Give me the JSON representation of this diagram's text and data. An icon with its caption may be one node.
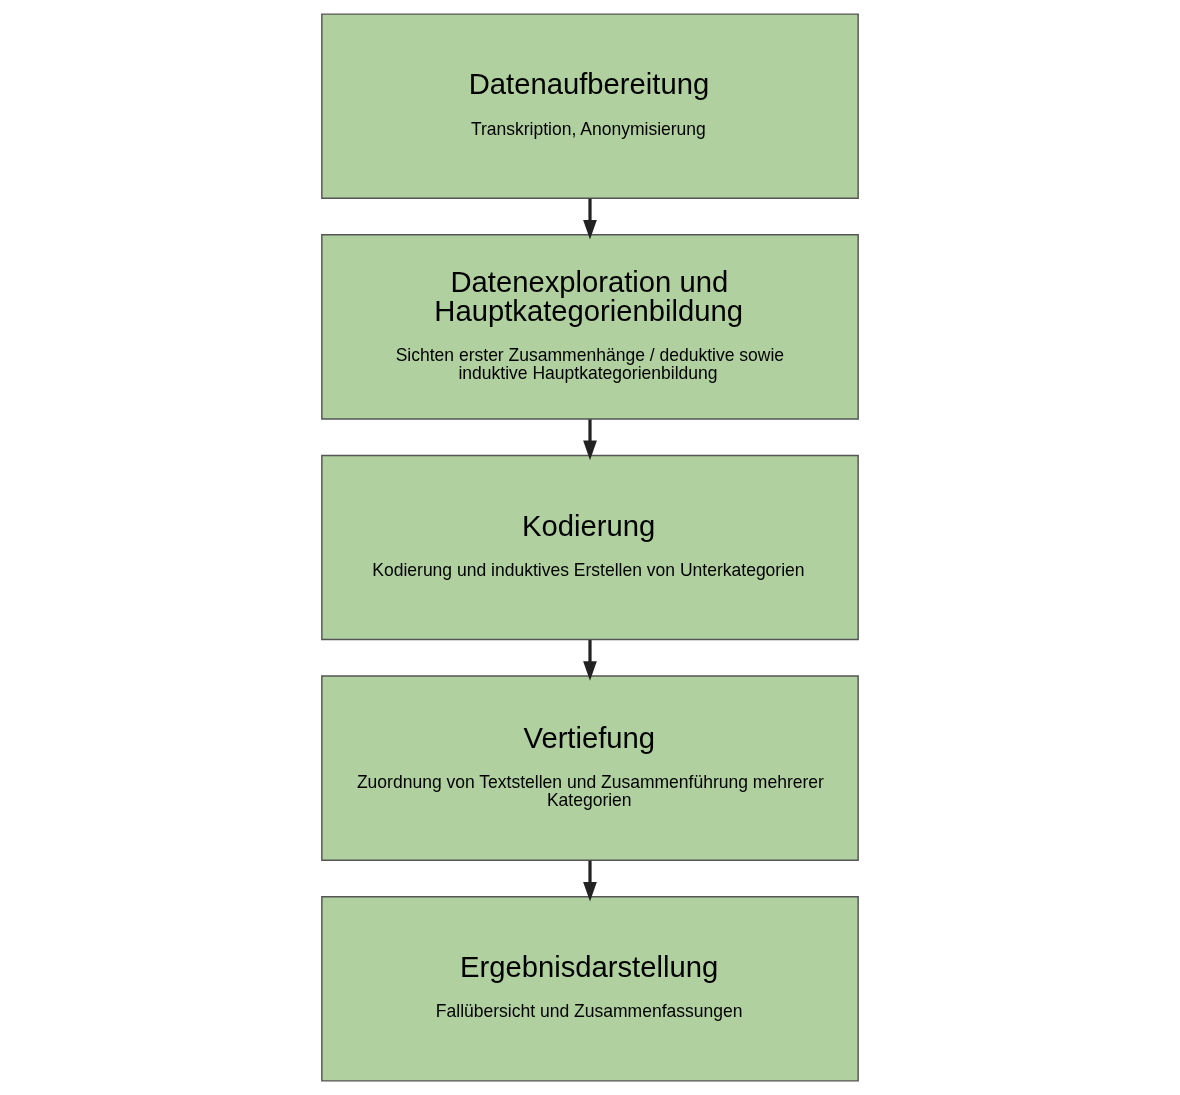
{
  "diagram": {
    "nodes": [
      {
        "text": [
          "Datenaufbereitung",
          "Transkription, Anonymisierung"
        ]
      },
      {
        "text": [
          "Datenexploration und Hauptkategorienbildung",
          "Sichten erster Zusammenhänge / deduktive sowie induktive Hauptkategorienbildung"
        ]
      },
      {
        "text": [
          "Kodierung",
          "Kodierung und induktives Erstellen von Unterkategorien"
        ]
      },
      {
        "text": [
          "Vertiefung",
          "Zuordnung von Textstellen und Zusammenführung mehrerer Kategorien"
        ]
      },
      {
        "text": [
          "Ergebnisdarstellung",
          "Fallübersicht und Zusammenfassungen"
        ]
      }
    ],
    "edges": [
      {
        "from": 0,
        "to": 1,
        "arrow": "to"
      },
      {
        "from": 1,
        "to": 2,
        "arrow": "to"
      },
      {
        "from": 2,
        "to": 3,
        "arrow": "to"
      },
      {
        "from": 3,
        "to": 4,
        "arrow": "to"
      }
    ]
  }
}
